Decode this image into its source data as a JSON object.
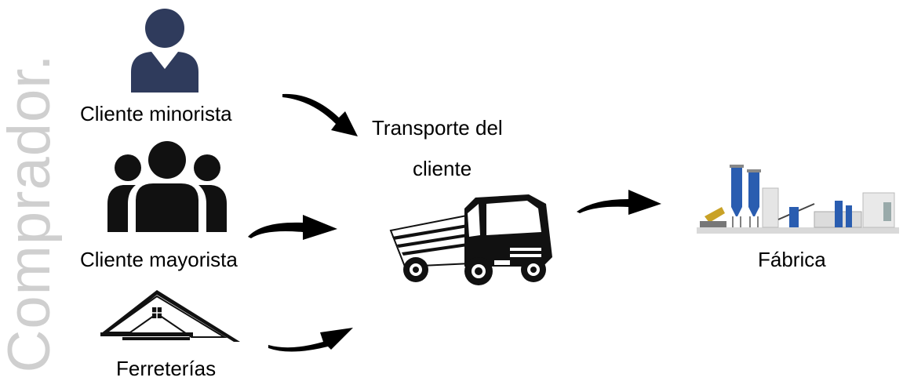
{
  "vertical_title": "Comprador.",
  "buyers": {
    "retail": "Cliente minorista",
    "wholesale": "Cliente mayorista",
    "hardware": "Ferreterías"
  },
  "transport": {
    "line1": "Transporte del",
    "line2": "cliente"
  },
  "factory": "Fábrica",
  "colors": {
    "person_icon": "#2f3b5c",
    "group_icon": "#111111",
    "arrow": "#000000",
    "vertical_title": "#cfcfcf",
    "factory_tower": "#2a5db0"
  }
}
